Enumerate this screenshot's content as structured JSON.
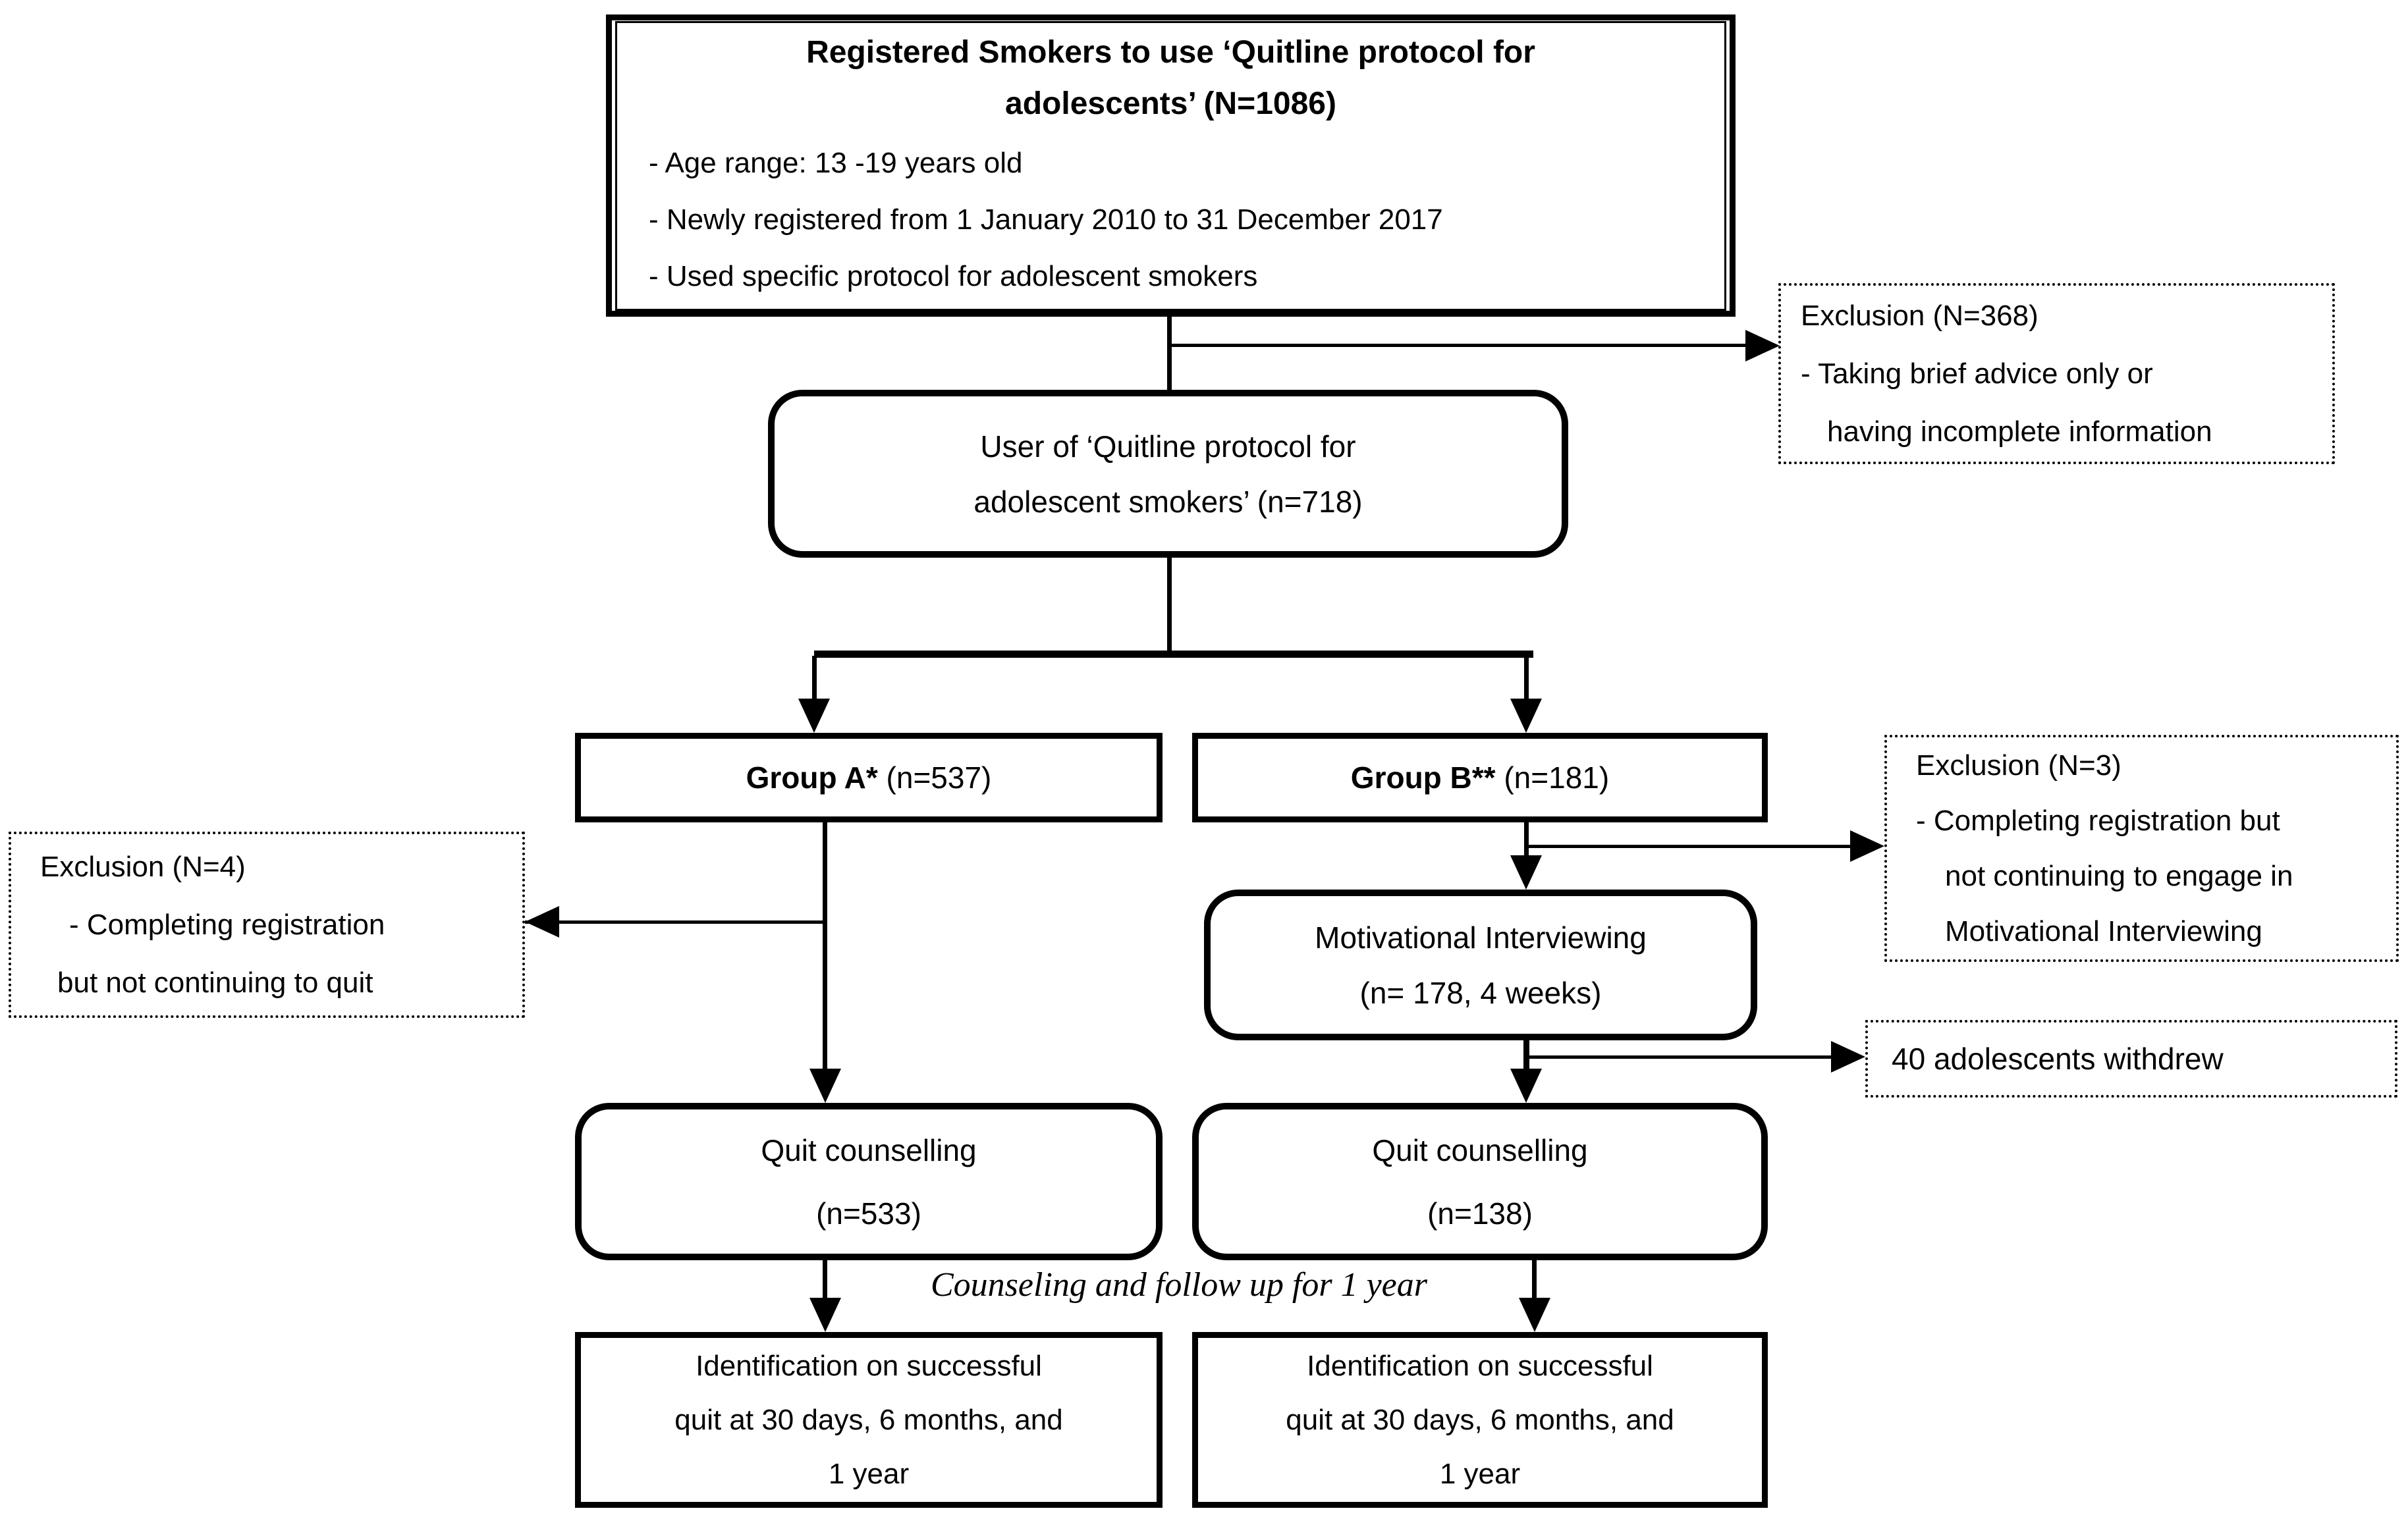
{
  "diagram": {
    "top_box": {
      "title_lines": [
        "Registered Smokers to use ‘Quitline protocol for",
        "adolescents’ (N=1086)"
      ],
      "bullets": [
        "- Age range: 13 -19 years old",
        "- Newly registered from 1 January 2010 to 31 December 2017",
        "- Used specific protocol for adolescent smokers"
      ]
    },
    "exclusion_top": {
      "lines": [
        "Exclusion (N=368)",
        "- Taking brief advice only or",
        "having incomplete information"
      ]
    },
    "user_box": {
      "lines": [
        "User of ‘Quitline protocol for",
        "adolescent smokers’ (n=718)"
      ]
    },
    "group_a": {
      "label_bold": "Group A*",
      "label_rest": " (n=537)"
    },
    "group_b": {
      "label_bold": "Group B**",
      "label_rest": " (n=181)"
    },
    "exclusion_left": {
      "lines": [
        "Exclusion (N=4)",
        "- Completing registration",
        "but not continuing to quit"
      ]
    },
    "exclusion_right": {
      "lines": [
        "Exclusion (N=3)",
        "- Completing registration but",
        "not continuing to engage in",
        "Motivational Interviewing"
      ]
    },
    "mi_box": {
      "lines": [
        "Motivational Interviewing",
        "(n= 178, 4 weeks)"
      ]
    },
    "withdrew_box": {
      "text": "40 adolescents withdrew"
    },
    "quit_a": {
      "lines": [
        "Quit counselling",
        "(n=533)"
      ]
    },
    "quit_b": {
      "lines": [
        "Quit counselling",
        "(n=138)"
      ]
    },
    "follow_up_caption": "Counseling and follow up for 1 year",
    "outcome_a": {
      "lines": [
        "Identification on successful",
        "quit at 30 days, 6 months, and",
        "1 year"
      ]
    },
    "outcome_b": {
      "lines": [
        "Identification on successful",
        "quit at 30 days, 6 months, and",
        "1 year"
      ]
    },
    "colors": {
      "line": "#000000",
      "background": "#ffffff",
      "text": "#000000"
    }
  }
}
